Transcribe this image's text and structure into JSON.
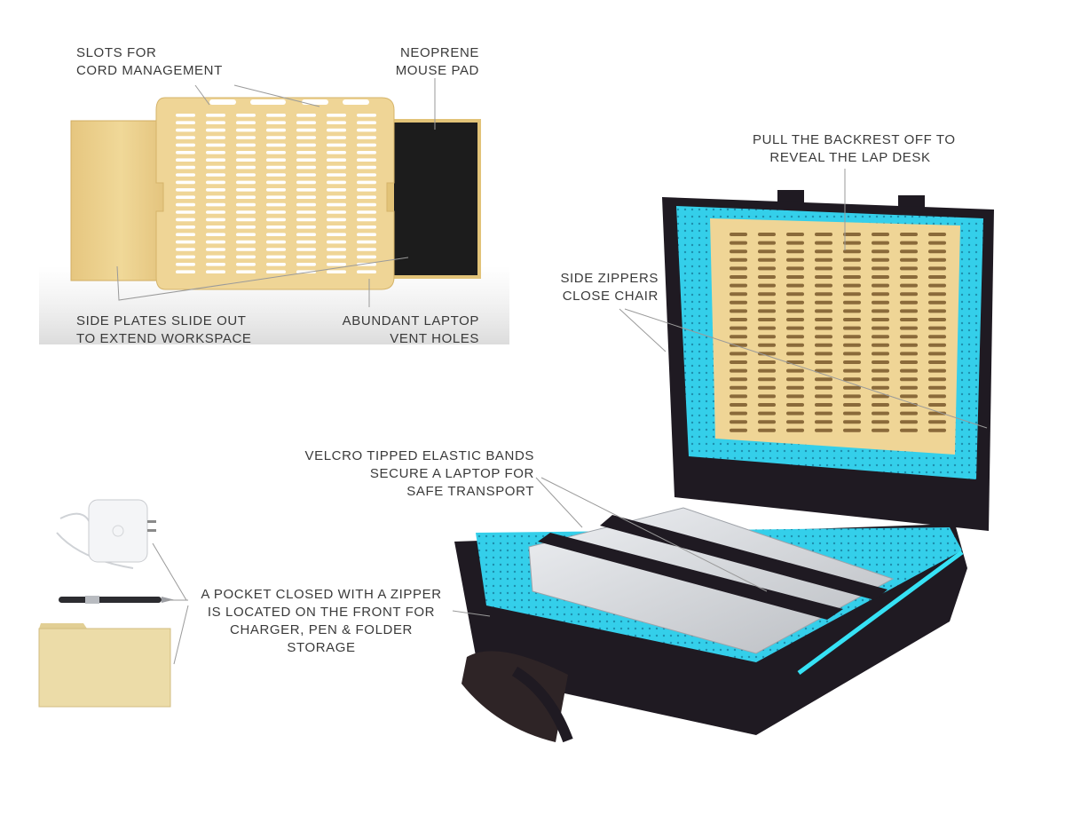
{
  "callouts": {
    "cord_slots": [
      "SLOTS FOR",
      "CORD MANAGEMENT"
    ],
    "mouse_pad": [
      "NEOPRENE",
      "MOUSE PAD"
    ],
    "side_plates": [
      "SIDE PLATES SLIDE OUT",
      "TO EXTEND WORKSPACE"
    ],
    "vent_holes": [
      "ABUNDANT LAPTOP",
      "VENT HOLES"
    ],
    "backrest": [
      "PULL THE BACKREST OFF TO",
      "REVEAL THE LAP DESK"
    ],
    "side_zippers": [
      "SIDE ZIPPERS",
      "CLOSE CHAIR"
    ],
    "elastic_bands": [
      "VELCRO TIPPED ELASTIC BANDS",
      "SECURE A LAPTOP FOR",
      "SAFE TRANSPORT"
    ],
    "pocket": [
      "A POCKET CLOSED WITH A ZIPPER",
      "IS LOCATED ON THE FRONT FOR",
      "CHARGER, PEN & FOLDER",
      "STORAGE"
    ]
  },
  "colors": {
    "wood": "#e9cf8e",
    "wood_dark": "#d9b96e",
    "neoprene": "#1c1c1c",
    "case_lining": "#33d0ec",
    "case_shell": "#1f1a22",
    "laptop": "#d6d8dc",
    "folder": "#ecdca8"
  }
}
